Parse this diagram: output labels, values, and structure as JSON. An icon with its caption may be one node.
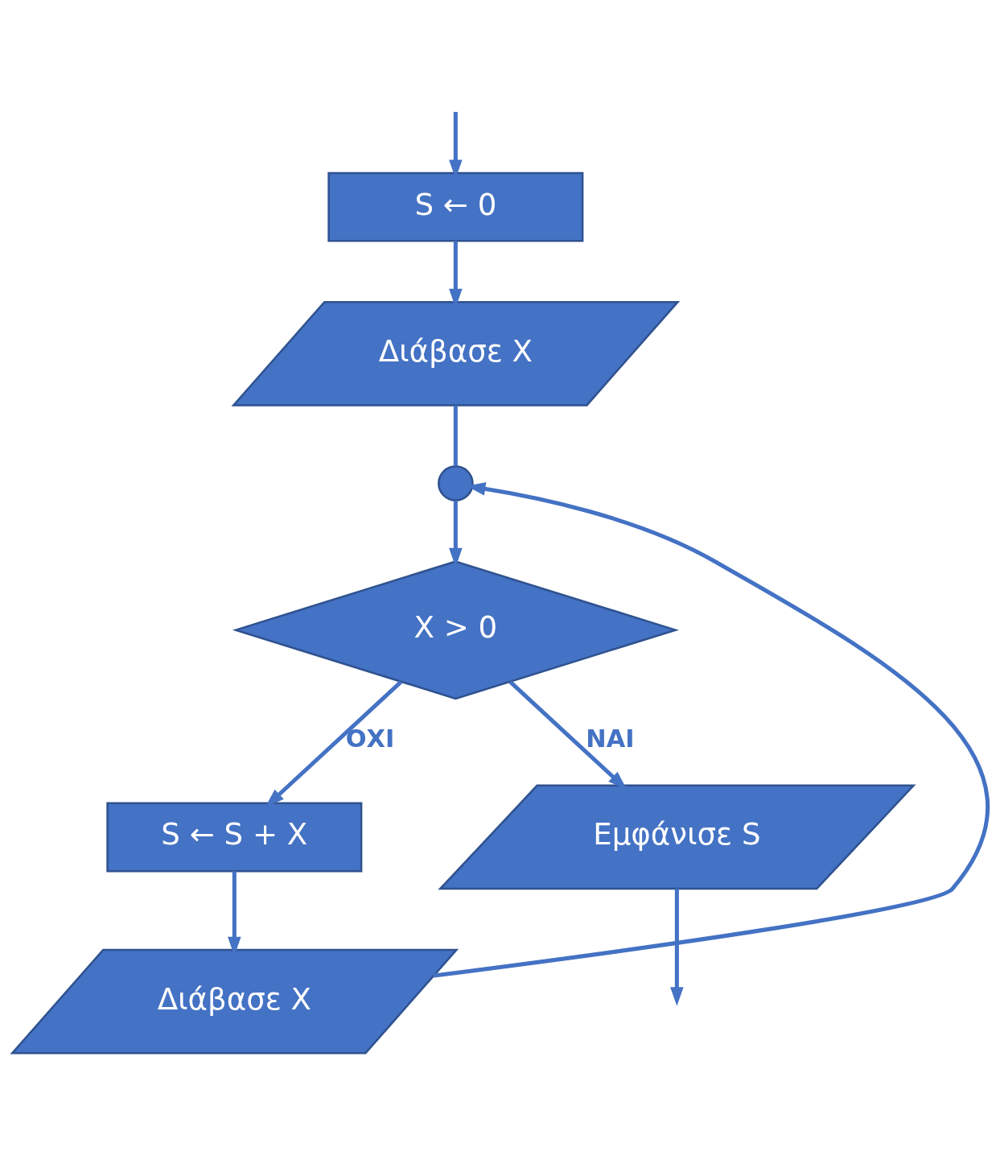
{
  "diagram": {
    "nodes": [
      {
        "text": [
          "S ← 0"
        ]
      },
      {
        "text": [
          "Διάβασε X"
        ]
      },
      {
        "text": [],
        "shape": "circle"
      },
      {
        "text": [
          "X > 0"
        ]
      },
      {
        "text": [
          "S ← S + X"
        ]
      },
      {
        "text": [
          "Διάβασε X"
        ]
      },
      {
        "text": [
          "Εμφάνισε S"
        ]
      }
    ],
    "edges": [
      {
        "from": null,
        "to": 0,
        "arrow": "to"
      },
      {
        "from": 0,
        "to": 1,
        "arrow": "to"
      },
      {
        "from": 1,
        "to": 2,
        "arrow": "none"
      },
      {
        "from": 2,
        "to": 3,
        "arrow": "to"
      },
      {
        "from": 3,
        "to": 6,
        "arrow": "to",
        "label": "ΝΑΙ"
      },
      {
        "from": 3,
        "to": 4,
        "arrow": "to",
        "label": "ΟΧΙ"
      },
      {
        "from": 4,
        "to": 5,
        "arrow": "to"
      },
      {
        "from": 5,
        "to": 2,
        "arrow": "to"
      },
      {
        "from": 6,
        "to": null,
        "arrow": "to"
      }
    ]
  }
}
